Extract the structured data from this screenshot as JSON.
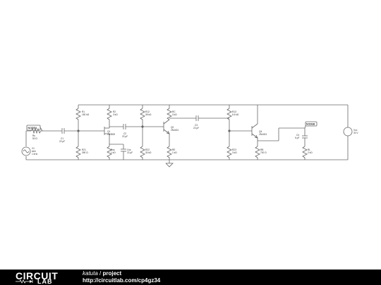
{
  "footer": {
    "logo_top": "CIRCUIT",
    "logo_bottom": "LAB",
    "user": "katuta",
    "separator": " / ",
    "project": "project",
    "url": "http://circuitlab.com/cp4gz34"
  },
  "components": {
    "nodea": "NODEA",
    "nodeb": "NODEB",
    "rs_name": "Rs",
    "rs_val": "50 Ω",
    "v1_name": "V1",
    "v1_type": "sine",
    "v1_freq": "1 kHz",
    "c1_name": "C1",
    "c1_val": "22 µF",
    "r1_name": "R1",
    "r1_val": "150 kΩ",
    "r21_name": "R21",
    "r21_val": "390 Ω",
    "q1_name": "Q1",
    "q1_val": "2N3819",
    "r2_name": "R2",
    "r2_val": "3 kΩ",
    "rss_name": "Rss",
    "rss_val": "1 kΩ",
    "css_name": "Css",
    "css_val": "22 µF",
    "c2_name": "C2",
    "c2_val": "22 µF",
    "r12_name": "R12",
    "r12_val": "35 kΩ",
    "r22_name": "R22",
    "r22_val": "30 kΩ",
    "q2_name": "Q2",
    "q2_val": "2N4401",
    "rc_name": "RC",
    "rc_val": "3 kΩ",
    "re_name": "RE",
    "re_val": "1 kΩ",
    "c3_name": "C3",
    "c3_val": "22 µF",
    "r13_name": "R13",
    "r13_val": "6.5 kΩ",
    "r23_name": "R23",
    "r23_val": "3 kΩ",
    "q4_name": "Q4",
    "q4_val": "2N4401",
    "rb_name": "RB",
    "rb_val": "700 Ω",
    "c4_name": "C4",
    "c4_val": "6 µF",
    "rl_name": "RL",
    "rl_val": "2 kΩ",
    "vcc_name": "Vcc",
    "vcc_val": "30 V"
  }
}
